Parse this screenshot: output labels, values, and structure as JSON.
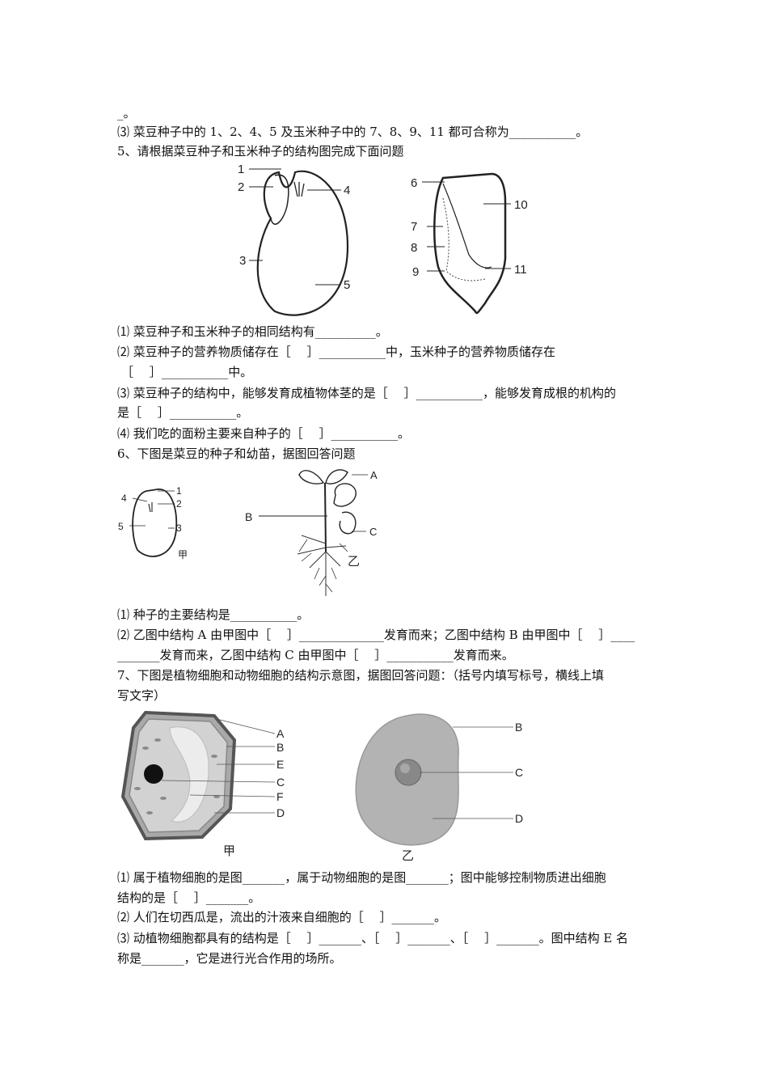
{
  "lines": {
    "l0": "_。",
    "l1": "⑶ 菜豆种子中的 1、2、4、5 及玉米种子中的 7、8、9、11 都可合称为___________。",
    "l2": "5、请根据菜豆种子和玉米种子的结构图完成下面问题",
    "l3": "⑴ 菜豆种子和玉米种子的相同结构有__________。",
    "l4": "⑵ 菜豆种子的营养物质储存在［　 ］___________中，玉米种子的营养物质储存在",
    "l5": "［　 ］___________中。",
    "l6": "⑶ 菜豆种子的结构中，能够发育成植物体茎的是［　 ］___________，能够发育成根的机构的",
    "l7": "是［　 ］___________。",
    "l8": "⑷ 我们吃的面粉主要来自种子的［　 ］___________。",
    "l9": "6、下图是菜豆的种子和幼苗，据图回答问题",
    "l10": "⑴ 种子的主要结构是___________。",
    "l11": "⑵ 乙图中结构 A 由甲图中［　 ］______________发育而来；乙图中结构 B 由甲图中［　 ］____",
    "l12": "_______发育而来，乙图中结构 C 由甲图中［　 ］___________发育而来。",
    "l13": "7、下图是植物细胞和动物细胞的结构示意图，据图回答问题：（括号内填写标号，横线上填",
    "l14": "写文字）",
    "l15": "⑴ 属于植物细胞的是图_______，属于动物细胞的是图_______；图中能够控制物质进出细胞",
    "l16": "结构的是［　 ］_______。",
    "l17": "⑵ 人们在切西瓜是，流出的汁液来自细胞的［　 ］_______。",
    "l18": "⑶ 动植物细胞都具有的结构是［　 ］_______、［　 ］_______、［　 ］_______。图中结构 E 名",
    "l19": "称是_______，它是进行光合作用的场所。"
  },
  "figures": {
    "bean_seed": {
      "labels": [
        "1",
        "2",
        "3",
        "4",
        "5"
      ]
    },
    "corn_seed": {
      "labels": [
        "6",
        "7",
        "8",
        "9",
        "10",
        "11"
      ]
    },
    "seed_jia": {
      "labels": [
        "1",
        "2",
        "3",
        "4",
        "5"
      ],
      "caption": "甲"
    },
    "seedling_yi": {
      "labels": [
        "A",
        "B",
        "C"
      ],
      "caption": "乙"
    },
    "plant_cell": {
      "labels": [
        "A",
        "B",
        "E",
        "C",
        "F",
        "D"
      ],
      "caption": "甲"
    },
    "animal_cell": {
      "labels": [
        "B",
        "C",
        "D"
      ],
      "caption": "乙"
    }
  }
}
